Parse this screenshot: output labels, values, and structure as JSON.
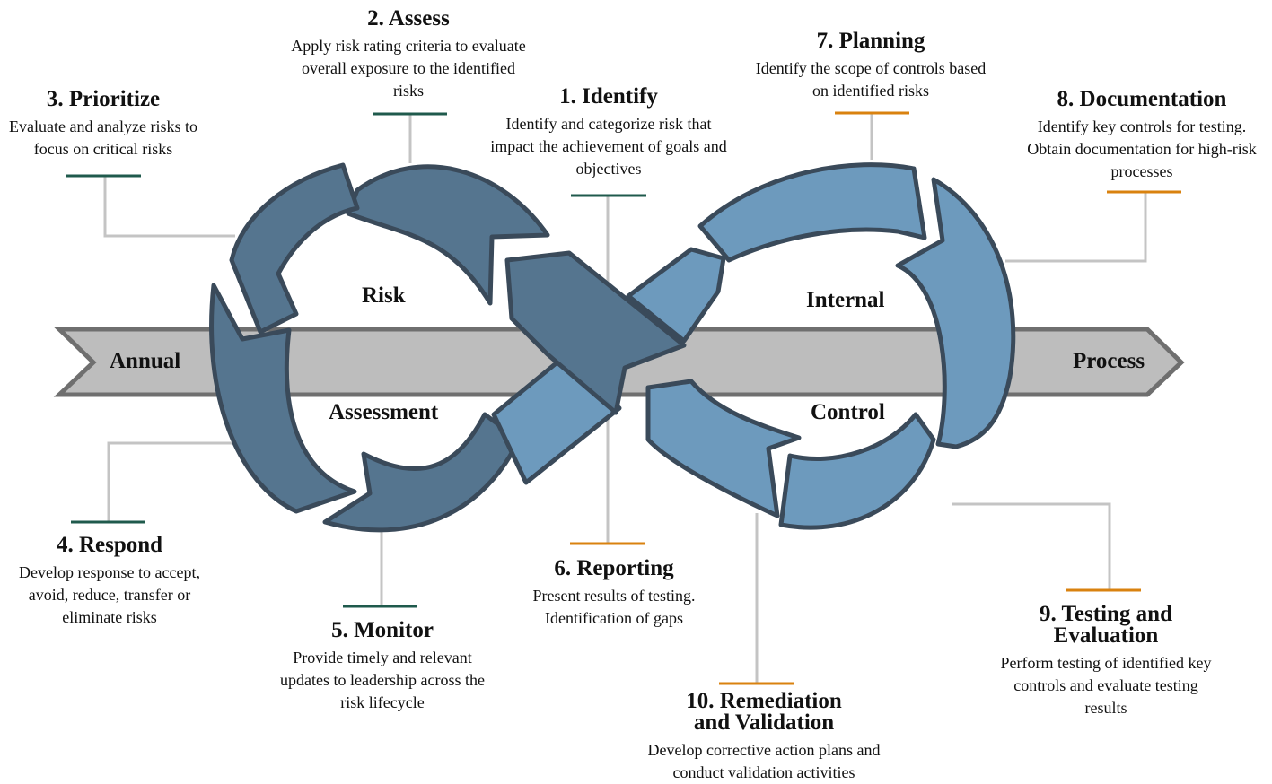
{
  "band": {
    "left_label": "Annual",
    "right_label": "Process"
  },
  "centers": {
    "risk": "Risk",
    "assessment": "Assessment",
    "internal": "Internal",
    "control": "Control"
  },
  "colors": {
    "risk_loop": "#55758f",
    "control_loop": "#6d9abd",
    "outline": "#3a4a5a",
    "band": "#bdbdbd",
    "risk_marker": "#1f5a4c",
    "control_marker": "#d9820f",
    "leader": "#c4c4c4"
  },
  "steps": [
    {
      "title": "1. Identify",
      "desc": "Identify and categorize risk that impact the achievement of goals and objectives",
      "group": "risk"
    },
    {
      "title": "2. Assess",
      "desc": "Apply risk rating criteria to evaluate overall exposure to the identified risks",
      "group": "risk"
    },
    {
      "title": "3. Prioritize",
      "desc": "Evaluate and analyze risks to focus on critical risks",
      "group": "risk"
    },
    {
      "title": "4. Respond",
      "desc": "Develop response to accept, avoid, reduce, transfer or eliminate risks",
      "group": "risk"
    },
    {
      "title": "5. Monitor",
      "desc": "Provide timely and relevant updates to leadership across the risk lifecycle",
      "group": "risk"
    },
    {
      "title": "6. Reporting",
      "desc": "Present results of testing. Identification of gaps",
      "group": "control"
    },
    {
      "title": "7. Planning",
      "desc": "Identify the scope of controls based on identified risks",
      "group": "control"
    },
    {
      "title": "8. Documentation",
      "desc": "Identify key controls for testing. Obtain documentation for high-risk processes",
      "group": "control"
    },
    {
      "title": "9. Testing and Evaluation",
      "desc": "Perform testing of identified key controls and evaluate testing results",
      "group": "control"
    },
    {
      "title": "10. Remediation and Validation",
      "desc": "Develop corrective action plans and conduct validation activities",
      "group": "control"
    }
  ]
}
